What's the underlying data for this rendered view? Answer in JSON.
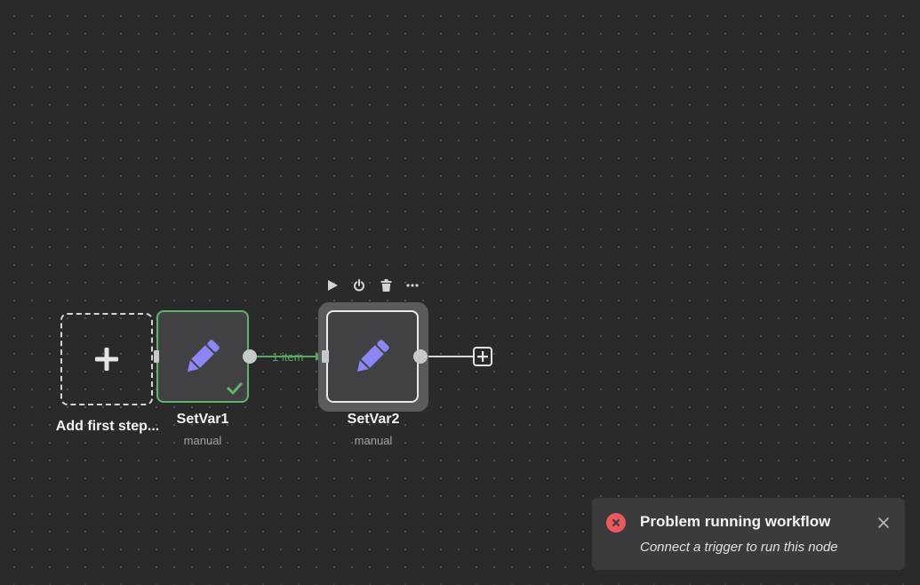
{
  "canvas": {
    "add_first_step": {
      "label": "Add first step..."
    },
    "nodes": [
      {
        "title": "SetVar1",
        "subtitle": "manual",
        "status": "success",
        "icon": "pencil-icon"
      },
      {
        "title": "SetVar2",
        "subtitle": "manual",
        "status": "selected",
        "icon": "pencil-icon"
      }
    ],
    "connection": {
      "label": "1 item"
    },
    "node_toolbar": [
      "play-icon",
      "power-icon",
      "trash-icon",
      "more-icon"
    ]
  },
  "toast": {
    "title": "Problem running workflow",
    "message": "Connect a trigger to run this node",
    "type": "error"
  },
  "colors": {
    "background": "#2a2a2b",
    "node_fill": "#414144",
    "success": "#5eb566",
    "icon_accent": "#8d86f6",
    "error": "#e8585e"
  }
}
